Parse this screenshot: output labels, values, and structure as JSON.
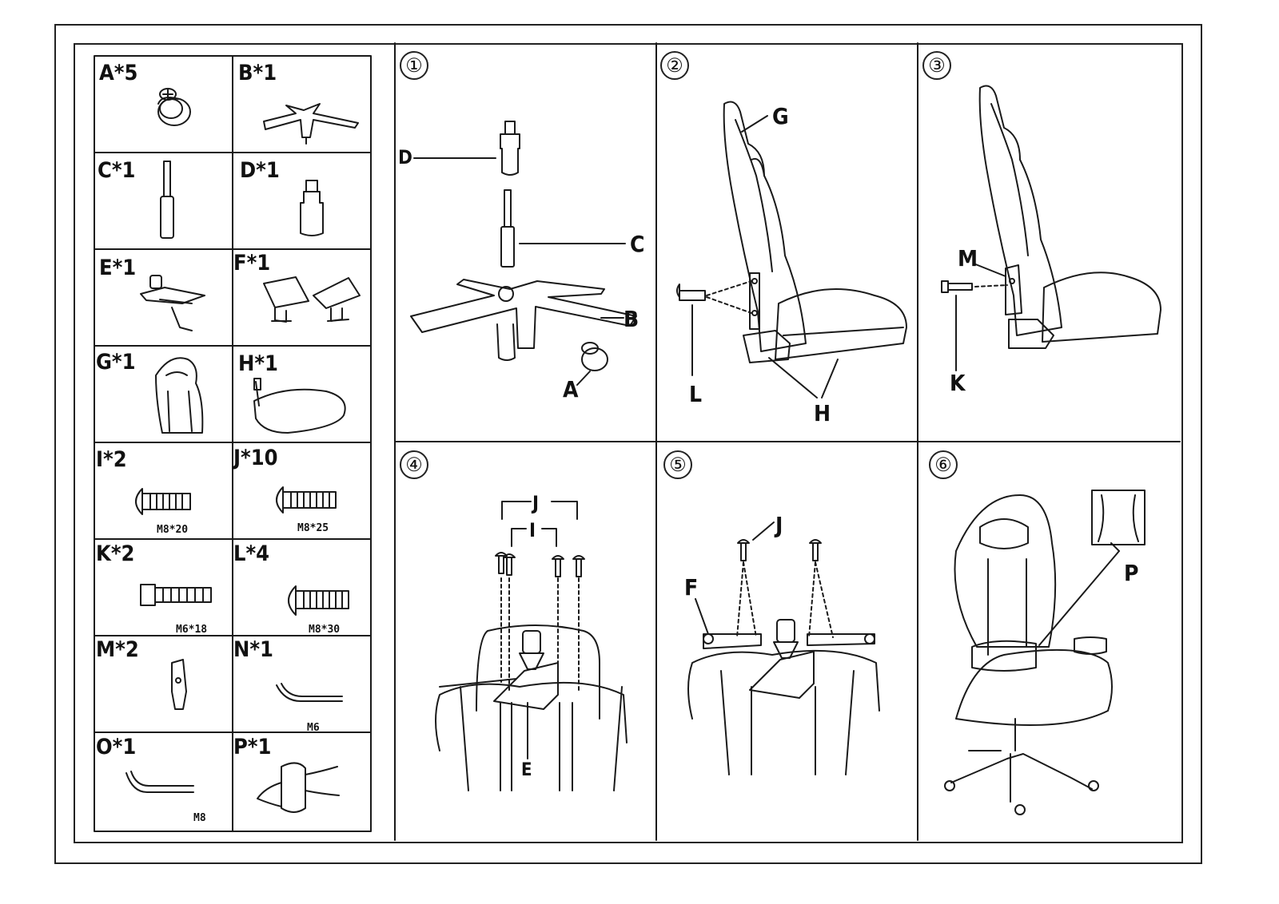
{
  "parts": [
    {
      "label": "A*5",
      "size": ""
    },
    {
      "label": "B*1",
      "size": ""
    },
    {
      "label": "C*1",
      "size": ""
    },
    {
      "label": "D*1",
      "size": ""
    },
    {
      "label": "E*1",
      "size": ""
    },
    {
      "label": "F*1",
      "size": ""
    },
    {
      "label": "G*1",
      "size": ""
    },
    {
      "label": "H*1",
      "size": ""
    },
    {
      "label": "I*2",
      "size": "M8*20"
    },
    {
      "label": "J*10",
      "size": "M8*25"
    },
    {
      "label": "K*2",
      "size": "M6*18"
    },
    {
      "label": "L*4",
      "size": "M8*30"
    },
    {
      "label": "M*2",
      "size": ""
    },
    {
      "label": "N*1",
      "size": "M6"
    },
    {
      "label": "O*1",
      "size": "M8"
    },
    {
      "label": "P*1",
      "size": ""
    }
  ],
  "steps": [
    "①",
    "②",
    "③",
    "④",
    "⑤",
    "⑥"
  ],
  "callouts": {
    "step1": [
      "D",
      "C",
      "B",
      "A"
    ],
    "step2": [
      "G",
      "L",
      "H"
    ],
    "step3": [
      "M",
      "K"
    ],
    "step4": [
      "J",
      "I",
      "E"
    ],
    "step5": [
      "J",
      "F"
    ],
    "step6": [
      "P"
    ]
  }
}
